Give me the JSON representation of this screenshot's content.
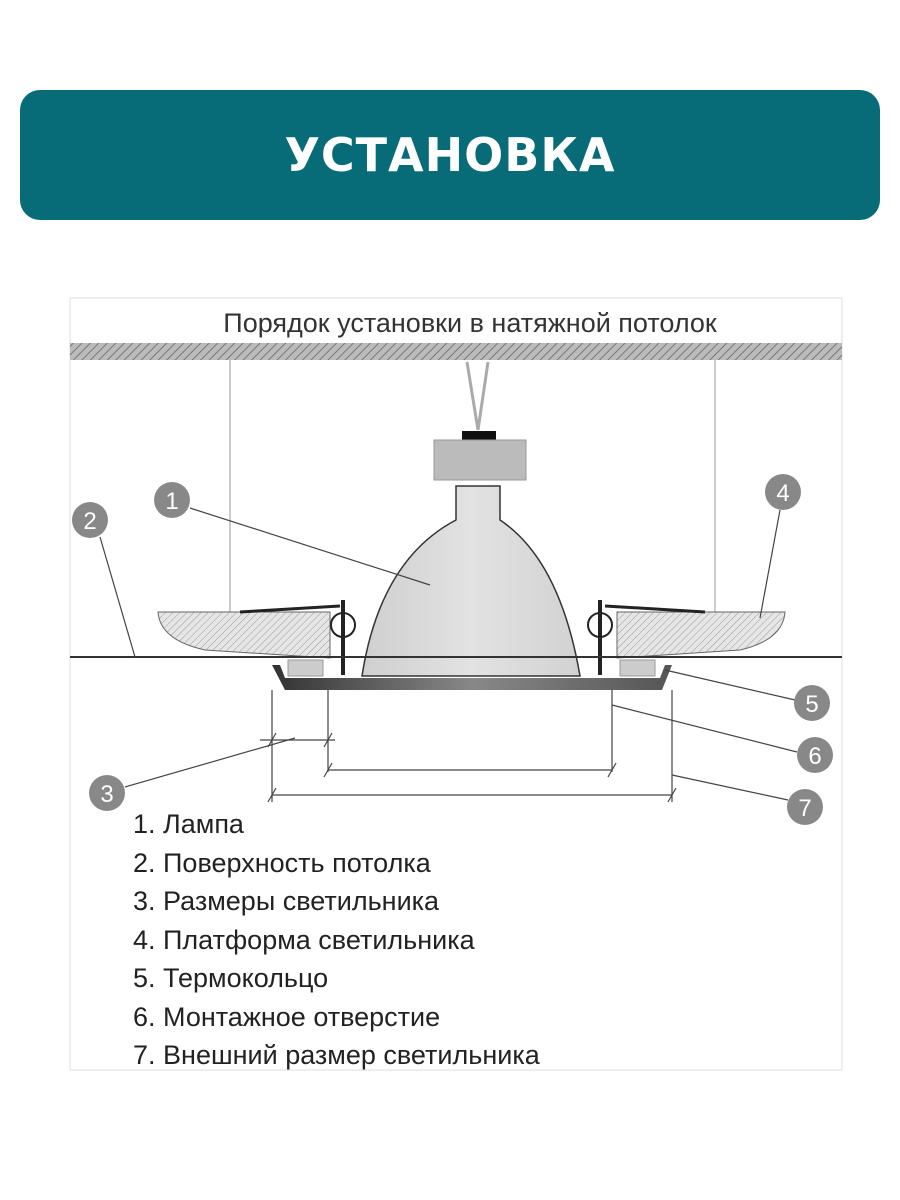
{
  "header": {
    "title": "УСТАНОВКА",
    "color": "#076b78"
  },
  "diagram": {
    "title": "Порядок установки в натяжной потолок",
    "markers": [
      "1",
      "2",
      "3",
      "4",
      "5",
      "6",
      "7"
    ],
    "legend": [
      "1. Лампа",
      "2. Поверхность потолка",
      "3. Размеры светильника",
      "4. Платформа светильника",
      "5. Термокольцо",
      "6. Монтажное отверстие",
      "7. Внешний размер светильника"
    ]
  }
}
